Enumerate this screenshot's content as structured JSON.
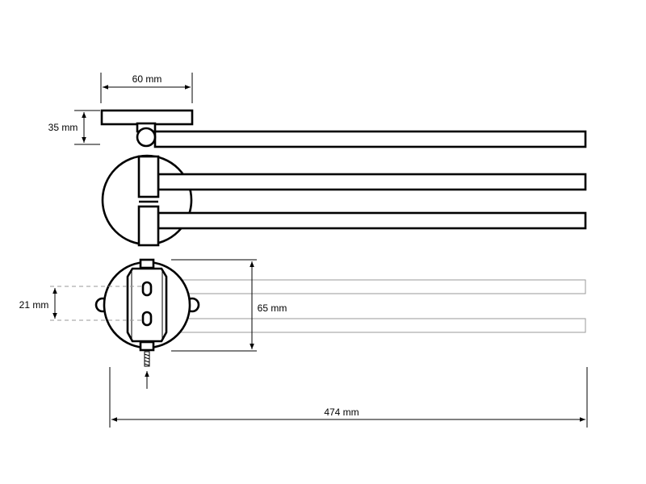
{
  "diagram": {
    "dimensions": {
      "width_top": "60 mm",
      "height_top": "35 mm",
      "hole_spacing": "21 mm",
      "base_diameter": "65 mm",
      "total_length": "474 mm"
    }
  }
}
